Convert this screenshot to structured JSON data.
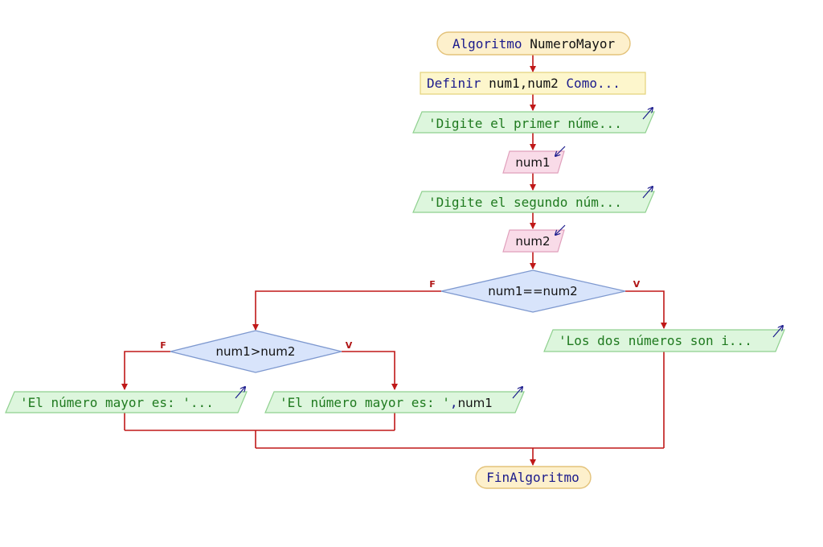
{
  "diagram": {
    "start": {
      "keyword": "Algoritmo",
      "name": "NumeroMayor"
    },
    "define": {
      "keyword": "Definir",
      "vars": "num1,num2",
      "tail": "Como..."
    },
    "write1": {
      "text": "'Digite el primer núme..."
    },
    "read1": {
      "text": "num1"
    },
    "write2": {
      "text": "'Digite el segundo núm..."
    },
    "read2": {
      "text": "num2"
    },
    "decision1": {
      "text": "num1==num2",
      "false_label": "F",
      "true_label": "V"
    },
    "write_equal": {
      "text": "'Los dos números son i..."
    },
    "decision2": {
      "text": "num1>num2",
      "false_label": "F",
      "true_label": "V"
    },
    "write_left": {
      "text": "'El número mayor es: '..."
    },
    "write_right": {
      "text": "'El número mayor es: '",
      "sep": ",",
      "var": "num1"
    },
    "end": {
      "text": "FinAlgoritmo"
    }
  },
  "colors": {
    "arrow": "#c01818",
    "terminal_fill": "#fdf0cc",
    "terminal_stroke": "#e3c27a",
    "define_fill": "#fdf6cc",
    "write_fill": "#ddf6dd",
    "write_stroke": "#8fd08f",
    "read_fill": "#f9dbe8",
    "read_stroke": "#e0a0bc",
    "decision_fill": "#d8e4fb",
    "decision_stroke": "#7d98cf",
    "io_arrow": "#1a1a8c"
  }
}
